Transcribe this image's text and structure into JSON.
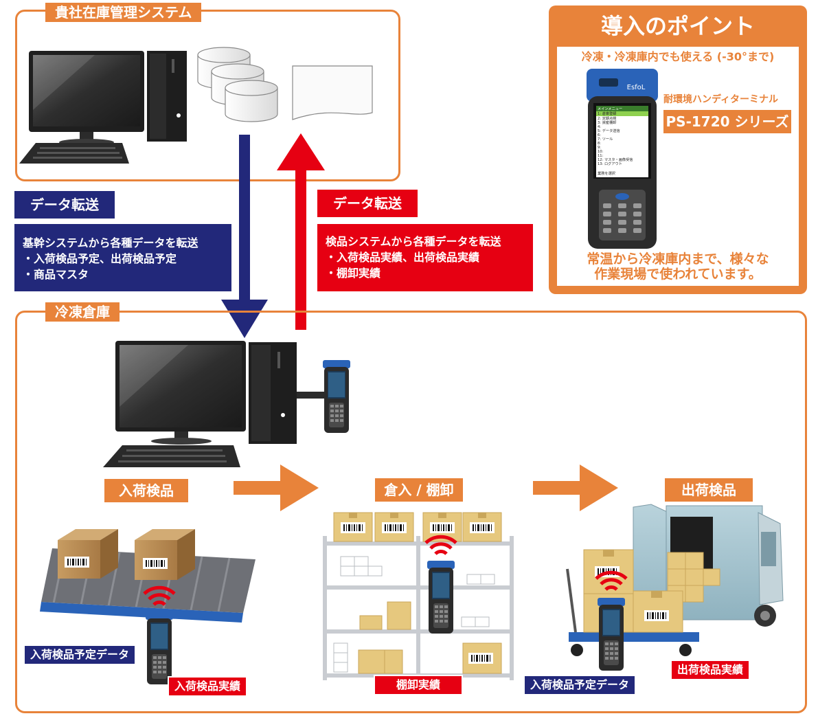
{
  "system_panel": {
    "title": "貴社在庫管理システム"
  },
  "transfer_down": {
    "header": "データ転送",
    "lines": [
      "基幹システムから各種データを転送",
      "・入荷検品予定、出荷検品予定",
      "・商品マスタ"
    ]
  },
  "transfer_up": {
    "header": "データ転送",
    "lines": [
      "検品システムから各種データを転送",
      "・入荷検品実績、出荷検品実績",
      "・棚卸実績"
    ]
  },
  "point_panel": {
    "title": "導入のポイント",
    "subtitle": "冷凍・冷凍庫内でも使える (-30°まで)",
    "product_caption": "耐環境ハンディターミナル",
    "product_name": "PS-1720 シリーズ",
    "footer_lines": [
      "常温から冷凍庫内まで、様々な",
      "作業現場で使われています。"
    ],
    "device_brand": "EsfoL",
    "device_menu": [
      "メインメニュー",
      "1: 倉庫登録",
      "2: 定期点検",
      "3: 資産棚卸",
      "4:",
      "5: データ送信",
      "6:",
      "7: ツール",
      "8:",
      "9:",
      "10:",
      "11:",
      "12: マスタ・画像受信",
      "13: ログアウト",
      "業務を選択"
    ]
  },
  "warehouse": {
    "title": "冷凍倉庫",
    "steps": [
      "入荷検品",
      "倉入 / 棚卸",
      "出荷検品"
    ],
    "chips": {
      "inbound_plan": "入荷検品予定データ",
      "inbound_result": "入荷検品実績",
      "stocktake_result": "棚卸実績",
      "outbound_plan": "入荷検品予定データ",
      "outbound_result": "出荷検品実績"
    }
  },
  "colors": {
    "orange": "#e8833a",
    "navy": "#22287a",
    "red": "#e60012",
    "box_tan": "#e6c87e"
  },
  "icons": [
    "desktop-computer-icon",
    "database-icon",
    "document-icon",
    "handheld-terminal-icon",
    "wireless-signal-icon",
    "cardboard-box-icon",
    "truck-icon",
    "hand-cart-icon",
    "conveyor-icon",
    "shelf-icon"
  ]
}
